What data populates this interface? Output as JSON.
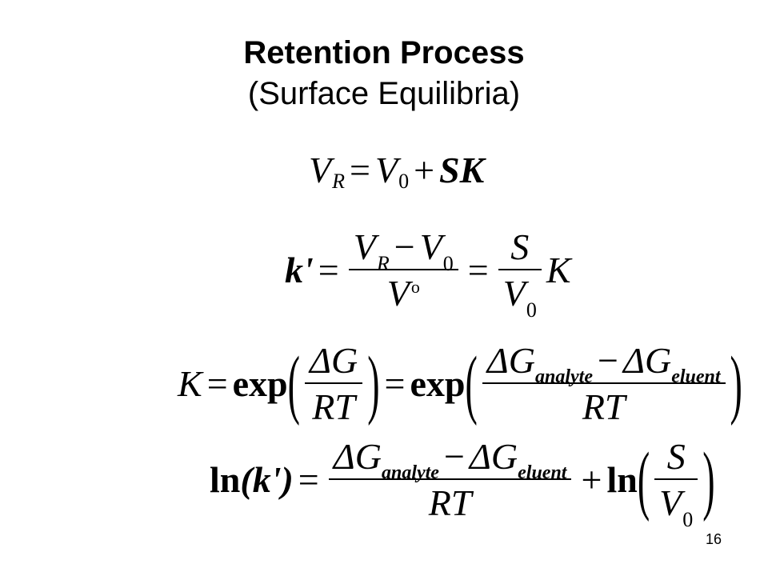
{
  "slide": {
    "title": "Retention Process",
    "subtitle": "(Surface Equilibria)",
    "page_number": "16"
  },
  "equations": {
    "eq1": {
      "v": "V",
      "r": "R",
      "eq": "=",
      "v0": "V",
      "zero": "0",
      "plus": "+",
      "sk": "SK"
    },
    "eq2": {
      "k": "k'",
      "eq": "=",
      "num_v": "V",
      "num_r": "R",
      "minus": "−",
      "num_v0": "V",
      "num_zero": "0",
      "den_v": "V",
      "den_sup": "o",
      "eq2": "=",
      "s": "S",
      "den2_v": "V",
      "den2_zero": "0",
      "K": "K"
    },
    "eq3": {
      "K": "K",
      "eq": "=",
      "exp": "exp",
      "lparen": "(",
      "dg": "ΔG",
      "rt": "RT",
      "rparen": ")",
      "eq2": "=",
      "exp2": "exp",
      "dg_analyte": "ΔG",
      "sub_analyte": "analyte",
      "minus": "−",
      "dg_eluent": "ΔG",
      "sub_eluent": "eluent",
      "rt2": "RT"
    },
    "eq4": {
      "ln": "ln",
      "arg": "(k')",
      "eq": "=",
      "dg_analyte": "ΔG",
      "sub_analyte": "analyte",
      "minus": "−",
      "dg_eluent": "ΔG",
      "sub_eluent": "eluent",
      "rt": "RT",
      "plus": "+",
      "ln2": "ln",
      "lparen": "(",
      "s": "S",
      "v": "V",
      "zero": "0",
      "rparen": ")"
    }
  }
}
